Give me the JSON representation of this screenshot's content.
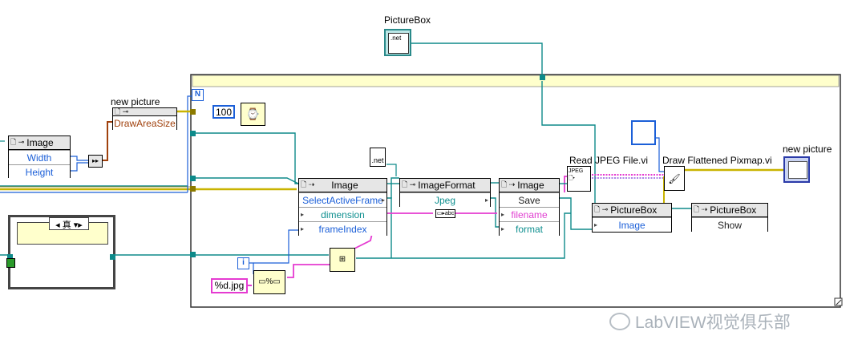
{
  "labels": {
    "picturebox_top": "PictureBox",
    "new_picture_left": "new picture",
    "read_jpeg": "Read JPEG File.vi",
    "draw_pixmap": "Draw Flattened Pixmap.vi",
    "new_picture_right": "new picture"
  },
  "nodes": {
    "image_property": {
      "class": "Image",
      "rows": [
        "Width",
        "Height"
      ]
    },
    "new_picture_node": {
      "row": "DrawAreaSize"
    },
    "image_method": {
      "class": "Image",
      "rows": [
        "SelectActiveFrame",
        "dimension",
        "frameIndex"
      ]
    },
    "imageformat_property": {
      "class": "ImageFormat",
      "rows": [
        "Jpeg"
      ]
    },
    "image_save": {
      "class": "Image",
      "rows": [
        "Save",
        "filename",
        "format"
      ]
    },
    "picturebox_property": {
      "class": "PictureBox",
      "rows": [
        "Image"
      ]
    },
    "picturebox_method": {
      "class": "PictureBox",
      "rows": [
        "Show"
      ]
    }
  },
  "constants": {
    "wait_ms": "100",
    "format_string": "%d.jpg",
    "case_selector": "真",
    "net_label": ".net",
    "loop_N": "N",
    "loop_i": "i"
  },
  "watermark": "LabVIEW视觉俱乐部",
  "colors": {
    "teal_wire": "#0e8a8a",
    "pink_wire": "#e53bd1",
    "orange_wire": "#a0410d",
    "blue_wire": "#1b5fd8",
    "yellow_wire": "#c9b300",
    "structure_header": "#ffffcc"
  }
}
